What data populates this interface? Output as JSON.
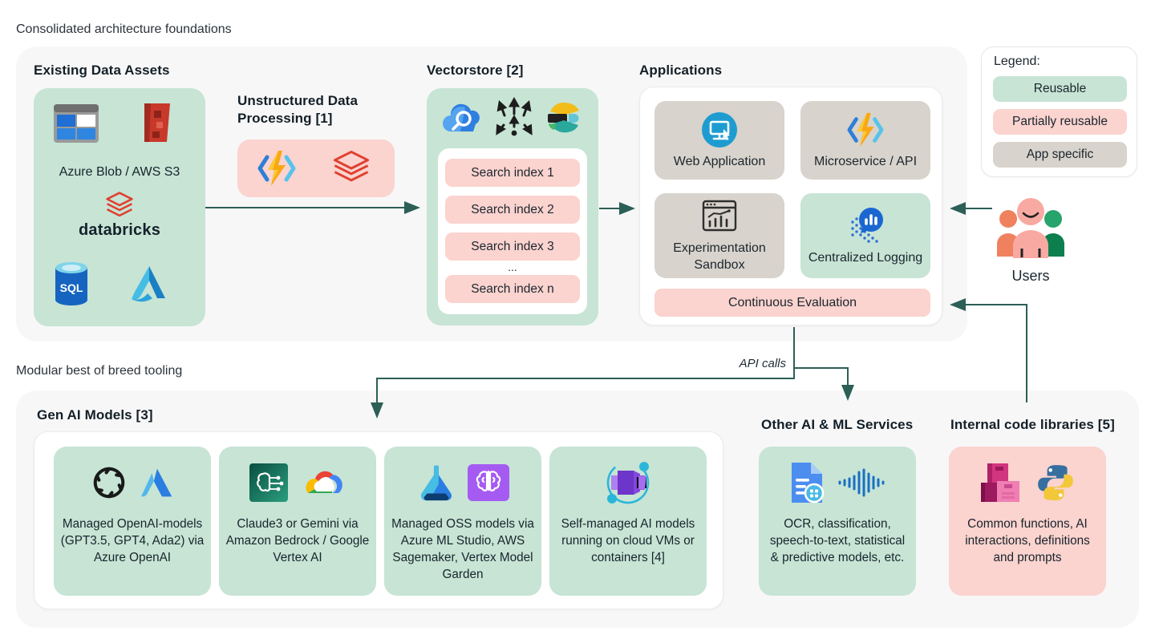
{
  "page": {
    "top_section_label": "Consolidated architecture foundations",
    "bottom_section_label": "Modular best of breed tooling"
  },
  "colors": {
    "mint": "#c7e4d5",
    "pink": "#fbd3cf",
    "taupe": "#d8d3cc",
    "arrow": "#2c5f55",
    "section_bg": "#f7f7f8"
  },
  "existing_data_assets": {
    "title": "Existing Data Assets",
    "storage_label": "Azure Blob / AWS S3",
    "databricks_label": "databricks",
    "icons": [
      "azure-blob-icon",
      "aws-s3-icon",
      "databricks-mark-icon",
      "azure-sql-icon",
      "azure-synapse-icon"
    ]
  },
  "unstructured_processing": {
    "title": "Unstructured Data Processing [1]",
    "icons": [
      "azure-functions-icon",
      "databricks-stack-icon"
    ]
  },
  "vectorstore": {
    "title": "Vectorstore [2]",
    "icons": [
      "cognitive-search-icon",
      "vector-embeddings-icon",
      "elasticsearch-icon"
    ],
    "indexes": [
      "Search index 1",
      "Search index 2",
      "Search index 3",
      "Search index n"
    ],
    "ellipsis": "..."
  },
  "applications": {
    "title": "Applications",
    "tiles": [
      {
        "label": "Web Application",
        "type": "app-specific",
        "icon": "web-application-icon"
      },
      {
        "label": "Microservice / API",
        "type": "app-specific",
        "icon": "azure-functions-icon"
      },
      {
        "label": "Experimentation Sandbox",
        "type": "app-specific",
        "icon": "experimentation-sandbox-icon"
      },
      {
        "label": "Centralized Logging",
        "type": "reusable",
        "icon": "centralized-logging-icon"
      }
    ],
    "banner": "Continuous Evaluation"
  },
  "legend": {
    "title": "Legend:",
    "items": [
      {
        "label": "Reusable",
        "color": "mint"
      },
      {
        "label": "Partially reusable",
        "color": "pink"
      },
      {
        "label": "App specific",
        "color": "taupe"
      }
    ]
  },
  "users": {
    "label": "Users"
  },
  "api_calls_label": "API calls",
  "gen_ai_models": {
    "title": "Gen AI Models [3]",
    "boxes": [
      {
        "text": "Managed OpenAI-models (GPT3.5, GPT4, Ada2) via Azure OpenAI",
        "icons": [
          "openai-icon",
          "azure-icon"
        ]
      },
      {
        "text": "Claude3 or Gemini via Amazon Bedrock / Google Vertex AI",
        "icons": [
          "bedrock-icon",
          "google-cloud-icon"
        ]
      },
      {
        "text": "Managed OSS models via Azure ML Studio, AWS Sagemaker, Vertex Model Garden",
        "icons": [
          "azure-ml-icon",
          "oss-brain-icon"
        ]
      },
      {
        "text": "Self-managed AI models running on cloud VMs or containers [4]",
        "icons": [
          "container-vm-icon"
        ]
      }
    ]
  },
  "other_ai_ml": {
    "title": "Other AI & ML Services",
    "text": "OCR, classification, speech-to-text, statistical & predictive models, etc.",
    "icons": [
      "ocr-document-icon",
      "speech-waveform-icon"
    ]
  },
  "internal_code_libraries": {
    "title": "Internal code libraries [5]",
    "text": "Common functions, AI interactions, definitions and prompts",
    "icons": [
      "packages-icon",
      "python-icon"
    ]
  }
}
